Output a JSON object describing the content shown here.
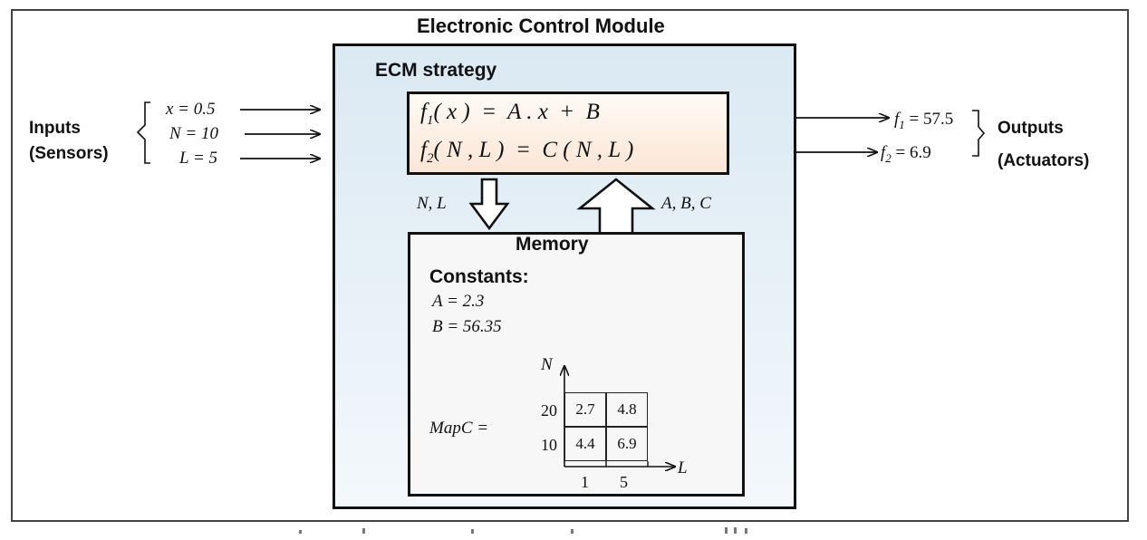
{
  "title": "Electronic Control Module",
  "inputs": {
    "label_line1": "Inputs",
    "label_line2": "(Sensors)",
    "items": [
      "x = 0.5",
      "N = 10",
      "L = 5"
    ]
  },
  "outputs": {
    "label_line1": "Outputs",
    "label_line2": "(Actuators)",
    "items": [
      {
        "fn": "f",
        "sub": "1",
        "val": "= 57.5"
      },
      {
        "fn": "f",
        "sub": "2",
        "val": "= 6.9"
      }
    ]
  },
  "strategy": {
    "title": "ECM strategy",
    "eq1": {
      "fn": "f",
      "sub": "1",
      "rest": "( x )  =  A . x  +  B"
    },
    "eq2": {
      "fn": "f",
      "sub": "2",
      "rest": "( N , L )  =  C ( N , L )"
    }
  },
  "arrows": {
    "down_label": "N, L",
    "up_label": "A, B, C"
  },
  "memory": {
    "title": "Memory",
    "constants_title": "Constants:",
    "constants": [
      "A = 2.3",
      "B = 56.35"
    ],
    "map_label": "MapC =",
    "map": {
      "y_axis": "N",
      "x_axis": "L",
      "row_labels": [
        "20",
        "10"
      ],
      "col_labels": [
        "1",
        "5"
      ],
      "cells": [
        [
          "2.7",
          "4.8"
        ],
        [
          "4.4",
          "6.9"
        ]
      ]
    }
  }
}
